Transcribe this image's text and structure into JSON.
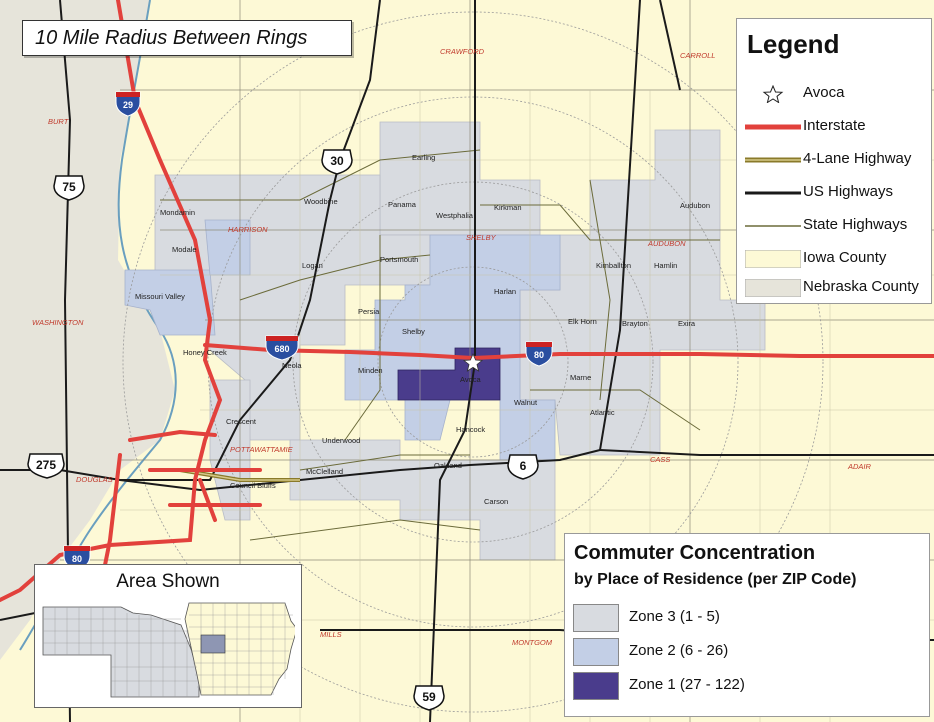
{
  "map_title": "10 Mile Radius Between Rings",
  "legend": {
    "title": "Legend",
    "items": [
      {
        "label": "Avoca",
        "icon": "star-icon"
      },
      {
        "label": "Interstate",
        "color": "#e2413c"
      },
      {
        "label": "4-Lane Highway",
        "color": "#8a7a2a"
      },
      {
        "label": "US Highways",
        "color": "#1a1a1a"
      },
      {
        "label": "State Highways",
        "color": "#6b6b3a"
      },
      {
        "label": "Iowa County",
        "color": "#fdf9d6"
      },
      {
        "label": "Nebraska County",
        "color": "#e6e4da"
      }
    ]
  },
  "commuter": {
    "title": "Commuter Concentration",
    "subtitle": "by Place of Residence (per ZIP Code)",
    "zones": [
      {
        "label": "Zone 3 (1 - 5)",
        "color": "#d8dbe0"
      },
      {
        "label": "Zone 2 (6 - 26)",
        "color": "#c3cfe6"
      },
      {
        "label": "Zone 1 (27 - 122)",
        "color": "#4a3c8c"
      }
    ]
  },
  "inset": {
    "title": "Area Shown"
  },
  "routes": {
    "interstates": [
      "29",
      "680",
      "80",
      "80"
    ],
    "us_highways": [
      "30",
      "75",
      "275",
      "6",
      "59"
    ]
  },
  "counties": [
    "BURT",
    "CRAWFORD",
    "CARROLL",
    "HARRISON",
    "SHELBY",
    "AUDUBON",
    "WASHINGTON",
    "POTTAWATTAMIE",
    "CASS",
    "ADAIR",
    "DOUGLAS",
    "MILLS",
    "MONTGOM"
  ],
  "towns": [
    "Earling",
    "Mondamin",
    "Woodbine",
    "Panama",
    "Westphalia",
    "Kirkman",
    "Audubon",
    "Modale",
    "Logan",
    "Portsmouth",
    "Kimballton",
    "Hamlin",
    "Missouri Valley",
    "Harlan",
    "Persia",
    "Elk Horn",
    "Brayton",
    "Exira",
    "Shelby",
    "Honey Creek",
    "Neola",
    "Minden",
    "Avoca",
    "Marne",
    "Walnut",
    "Atlantic",
    "Crescent",
    "Underwood",
    "Hancock",
    "McClelland",
    "Council Bluffs",
    "Oakland",
    "Carson"
  ]
}
